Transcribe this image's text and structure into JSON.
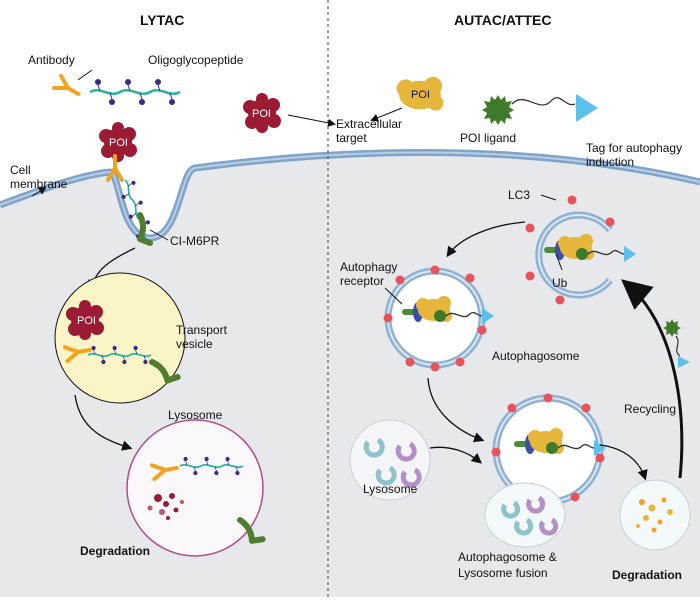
{
  "headers": {
    "left": "LYTAC",
    "right": "AUTAC/ATTEC"
  },
  "labels": {
    "antibody": "Antibody",
    "oligoglycopeptide": "Oligoglycopeptide",
    "poi": "POI",
    "extracellular_target_line1": "Extracellular",
    "extracellular_target_line2": "target",
    "poi_ligand": "POI ligand",
    "tag_line1": "Tag for autophagy",
    "tag_line2": "induction",
    "cell_membrane_line1": "Cell",
    "cell_membrane_line2": "membrane",
    "ci_m6pr": "CI-M6PR",
    "transport_vesicle_line1": "Transport",
    "transport_vesicle_line2": "vesicle",
    "lysosome": "Lysosome",
    "degradation": "Degradation",
    "lc3": "LC3",
    "ub": "Ub",
    "autophagy_receptor_line1": "Autophagy",
    "autophagy_receptor_line2": "receptor",
    "autophagosome": "Autophagosome",
    "recycling": "Recycling",
    "fusion_line1": "Autophagosome &",
    "fusion_line2": "Lysosome fusion"
  },
  "colors": {
    "cell_interior": "#e6e8ec",
    "membrane": "#7fa3c9",
    "poi_red": "#9b1b34",
    "poi_yellow": "#e6b53c",
    "antibody": "#f2a31e",
    "glycan_chain": "#2bb3a4",
    "glycan_node": "#3a2a8a",
    "receptor_green": "#4e7d2e",
    "lc3_red": "#e8525a",
    "tag_blue": "#5cc0ea",
    "ub_blue": "#3b4ea8",
    "ligand_green": "#3f7a2a",
    "vesicle_fill": "#fbf4c6",
    "lysosome_fill": "#fbf8fb",
    "lysosome_stroke": "#b14d8d"
  }
}
